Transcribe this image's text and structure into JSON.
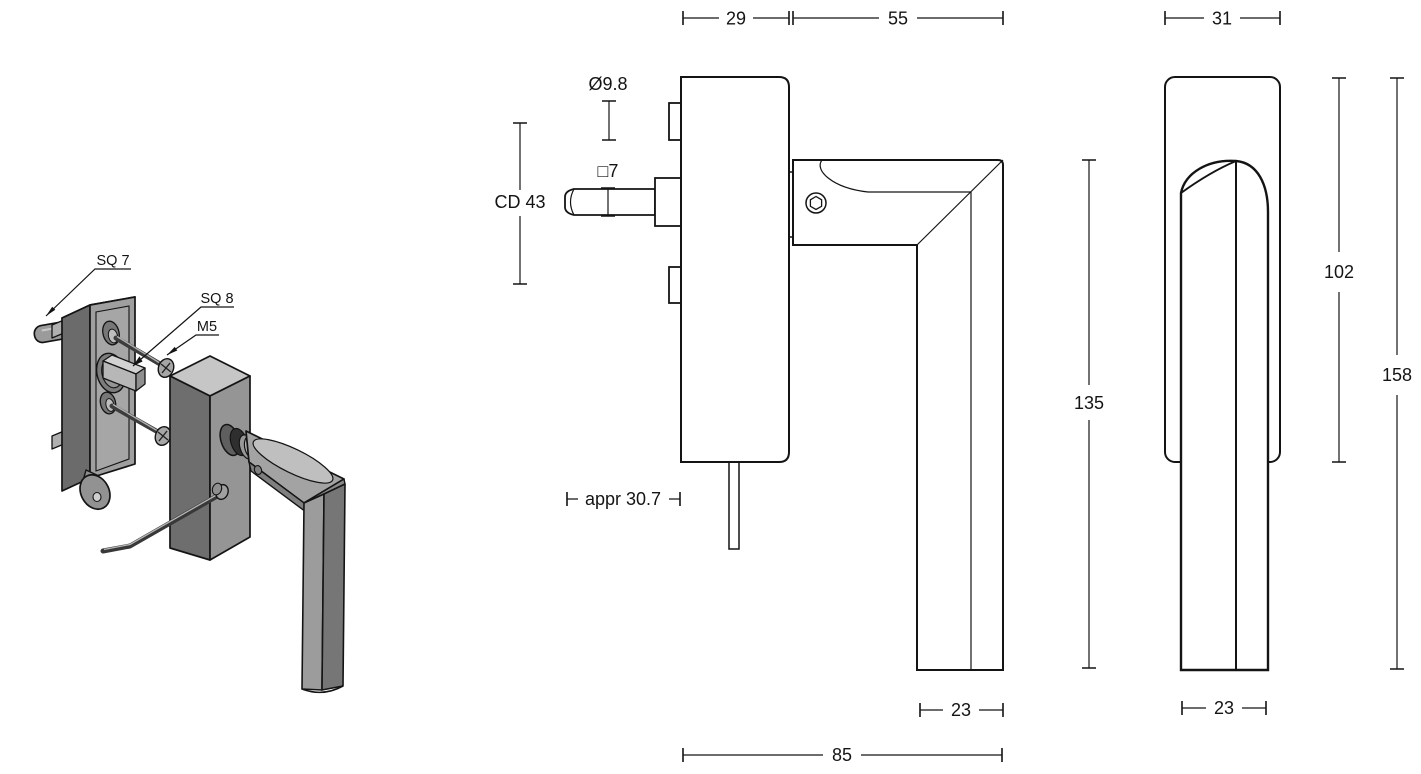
{
  "drawing": {
    "title": "Window handle technical drawing with exploded isometric view",
    "exploded_view": {
      "labels": {
        "spindle_back": "SQ 7",
        "spindle_front": "SQ 8",
        "screw": "M5"
      }
    },
    "side_view": {
      "dims": {
        "plate_depth": "29",
        "grip_depth": "55",
        "spindle_hole_dia": "Ø9.8",
        "spindle_square": "□7",
        "fixing_centres": "CD 43",
        "spindle_protrusion": "appr 30.7",
        "lever_drop": "135",
        "grip_section": "23",
        "overall_projection": "85"
      }
    },
    "front_view": {
      "dims": {
        "plate_width": "31",
        "plate_height": "102",
        "overall_height": "158",
        "grip_width": "23"
      }
    }
  }
}
